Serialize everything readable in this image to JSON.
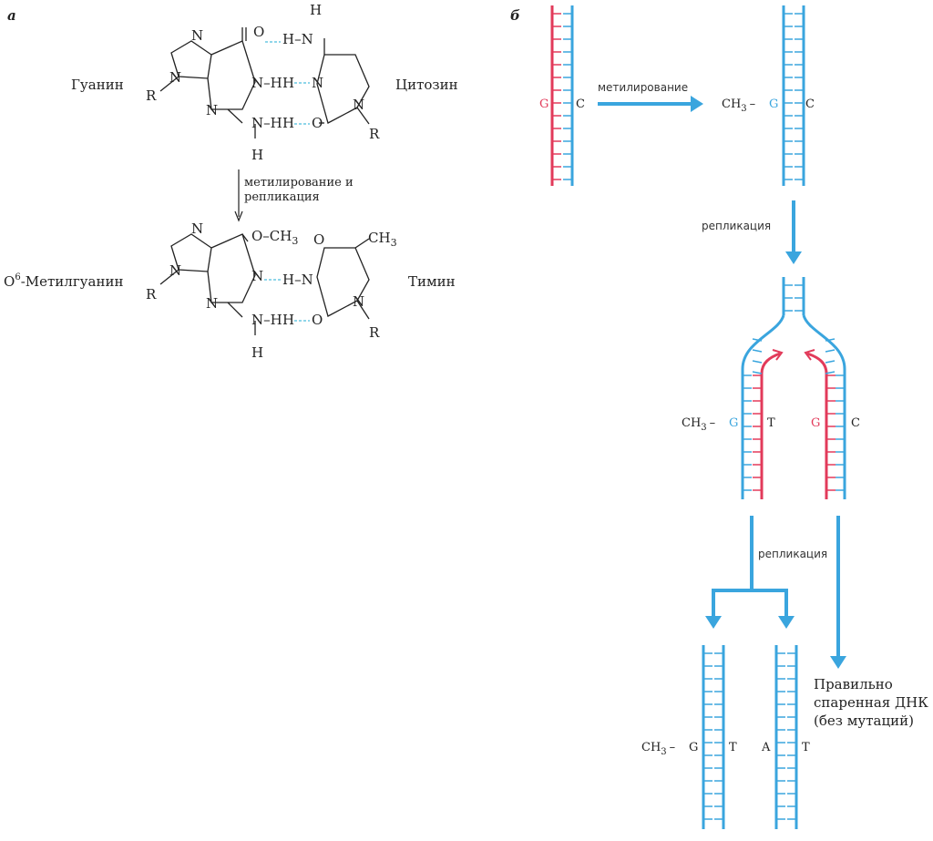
{
  "panel_a": {
    "label": "а",
    "guanine": "Гуанин",
    "cytosine": "Цитозин",
    "arrow_label_1": "метилирование и",
    "arrow_label_2": "репликация",
    "methylguanine_o": "O",
    "methylguanine_sup": "6",
    "methylguanine_rest": "-Метилгуанин",
    "thymine": "Тимин"
  },
  "panel_b": {
    "label": "б",
    "methylation": "метилирование",
    "replication_1": "репликация",
    "replication_2": "репликация",
    "correct_1": "Правильно",
    "correct_2": "спаренная ДНК",
    "correct_3": "(без мутаций)",
    "ch3": "CH",
    "ch3_sub": "3",
    "dash": "–",
    "base_g": "G",
    "base_c": "C",
    "base_t": "T",
    "base_a": "A"
  },
  "atoms": {
    "N": "N",
    "O": "O",
    "H": "H",
    "R": "R",
    "CH": "CH",
    "sub3": "3",
    "NH": "N–H",
    "HN": "H–N",
    "OCH": "O–CH"
  },
  "colors": {
    "blue": "#3aa5de",
    "red": "#e23a5a",
    "hbond": "#8fd6ea",
    "text": "#222222"
  }
}
